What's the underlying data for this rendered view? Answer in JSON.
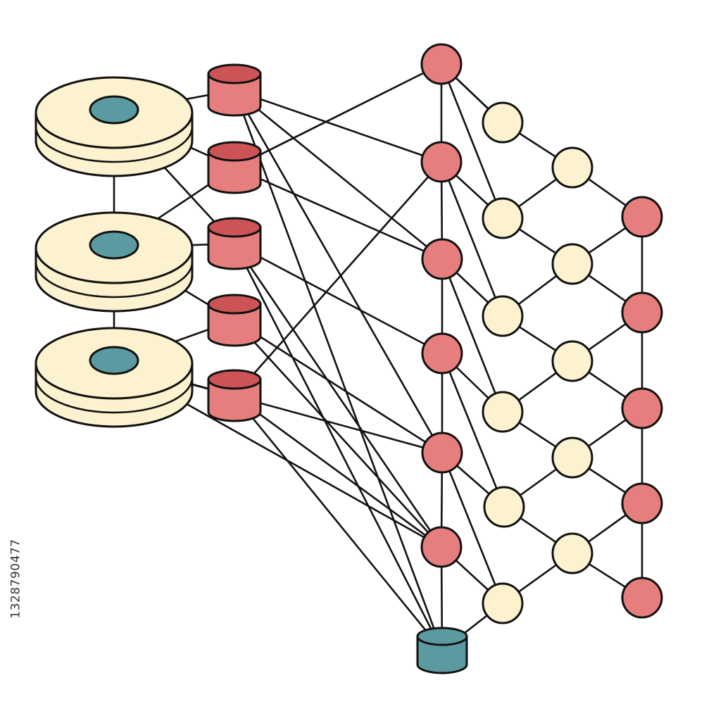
{
  "colors": {
    "stroke": "#111111",
    "cream": "#fcf2cf",
    "coral": "#e57e7c",
    "coral_dark": "#cc5457",
    "teal": "#5b9aa0",
    "background": "#ffffff"
  },
  "stock_id": "1328790477",
  "diagram": {
    "disk_stacks": [
      {
        "id": "stack-1"
      },
      {
        "id": "stack-2"
      },
      {
        "id": "stack-3"
      }
    ],
    "cylinders": [
      {
        "id": "cyl-1",
        "color": "coral"
      },
      {
        "id": "cyl-2",
        "color": "coral"
      },
      {
        "id": "cyl-3",
        "color": "coral"
      },
      {
        "id": "cyl-4",
        "color": "coral"
      },
      {
        "id": "cyl-5",
        "color": "coral"
      },
      {
        "id": "cyl-bottom",
        "color": "teal"
      }
    ],
    "nodes": [
      {
        "id": "a1",
        "color": "coral"
      },
      {
        "id": "a2",
        "color": "coral"
      },
      {
        "id": "a3",
        "color": "coral"
      },
      {
        "id": "a4",
        "color": "coral"
      },
      {
        "id": "a5",
        "color": "coral"
      },
      {
        "id": "a6",
        "color": "coral"
      },
      {
        "id": "b1",
        "color": "cream"
      },
      {
        "id": "b2",
        "color": "cream"
      },
      {
        "id": "b3",
        "color": "cream"
      },
      {
        "id": "b4",
        "color": "cream"
      },
      {
        "id": "b5",
        "color": "cream"
      },
      {
        "id": "b6",
        "color": "cream"
      },
      {
        "id": "c1",
        "color": "cream"
      },
      {
        "id": "c2",
        "color": "cream"
      },
      {
        "id": "c3",
        "color": "cream"
      },
      {
        "id": "c4",
        "color": "cream"
      },
      {
        "id": "c5",
        "color": "cream"
      },
      {
        "id": "d1",
        "color": "coral"
      },
      {
        "id": "d2",
        "color": "coral"
      },
      {
        "id": "d3",
        "color": "coral"
      },
      {
        "id": "d4",
        "color": "coral"
      },
      {
        "id": "d5",
        "color": "coral"
      }
    ],
    "edges": [
      [
        "stack-1",
        "stack-2"
      ],
      [
        "stack-2",
        "stack-3"
      ],
      [
        "stack-1",
        "cyl-1"
      ],
      [
        "stack-1",
        "cyl-2"
      ],
      [
        "stack-1",
        "cyl-3"
      ],
      [
        "stack-2",
        "cyl-2"
      ],
      [
        "stack-2",
        "cyl-3"
      ],
      [
        "stack-2",
        "cyl-4"
      ],
      [
        "stack-3",
        "cyl-4"
      ],
      [
        "stack-3",
        "cyl-5"
      ],
      [
        "stack-3",
        "a5"
      ],
      [
        "stack-3",
        "a6"
      ],
      [
        "cyl-1",
        "a2"
      ],
      [
        "cyl-1",
        "a3"
      ],
      [
        "cyl-1",
        "a5"
      ],
      [
        "cyl-1",
        "cyl-bottom"
      ],
      [
        "cyl-2",
        "top"
      ],
      [
        "cyl-2",
        "a3"
      ],
      [
        "cyl-3",
        "a4"
      ],
      [
        "cyl-3",
        "a6"
      ],
      [
        "cyl-3",
        "cyl-bottom"
      ],
      [
        "cyl-4",
        "a5"
      ],
      [
        "cyl-4",
        "a6"
      ],
      [
        "cyl-5",
        "a2"
      ],
      [
        "cyl-5",
        "a6"
      ],
      [
        "cyl-5",
        "cyl-bottom"
      ],
      [
        "top",
        "a1"
      ],
      [
        "a1",
        "a2"
      ],
      [
        "a2",
        "a3"
      ],
      [
        "a3",
        "a4"
      ],
      [
        "a4",
        "a5"
      ],
      [
        "a5",
        "a6"
      ],
      [
        "a6",
        "cyl-bottom"
      ],
      [
        "top",
        "b1"
      ],
      [
        "a1",
        "b1"
      ],
      [
        "a1",
        "b2"
      ],
      [
        "a2",
        "b2"
      ],
      [
        "a2",
        "b3"
      ],
      [
        "a3",
        "b3"
      ],
      [
        "a3",
        "b4"
      ],
      [
        "a4",
        "b4"
      ],
      [
        "a4",
        "b5"
      ],
      [
        "a5",
        "b5"
      ],
      [
        "a5",
        "b6"
      ],
      [
        "a6",
        "b6"
      ],
      [
        "cyl-bottom",
        "b6"
      ],
      [
        "b1",
        "c1"
      ],
      [
        "b2",
        "c1"
      ],
      [
        "b2",
        "c2"
      ],
      [
        "b3",
        "c2"
      ],
      [
        "b3",
        "c3"
      ],
      [
        "b4",
        "c3"
      ],
      [
        "b4",
        "c4"
      ],
      [
        "b5",
        "c4"
      ],
      [
        "b5",
        "c5"
      ],
      [
        "b6",
        "c5"
      ],
      [
        "c1",
        "d1"
      ],
      [
        "c2",
        "d1"
      ],
      [
        "c2",
        "d2"
      ],
      [
        "c3",
        "d2"
      ],
      [
        "c3",
        "d3"
      ],
      [
        "c4",
        "d3"
      ],
      [
        "c4",
        "d4"
      ],
      [
        "c5",
        "d4"
      ],
      [
        "c5",
        "d5"
      ],
      [
        "d1",
        "d2"
      ],
      [
        "d2",
        "d3"
      ],
      [
        "d3",
        "d4"
      ],
      [
        "d4",
        "d5"
      ]
    ]
  }
}
